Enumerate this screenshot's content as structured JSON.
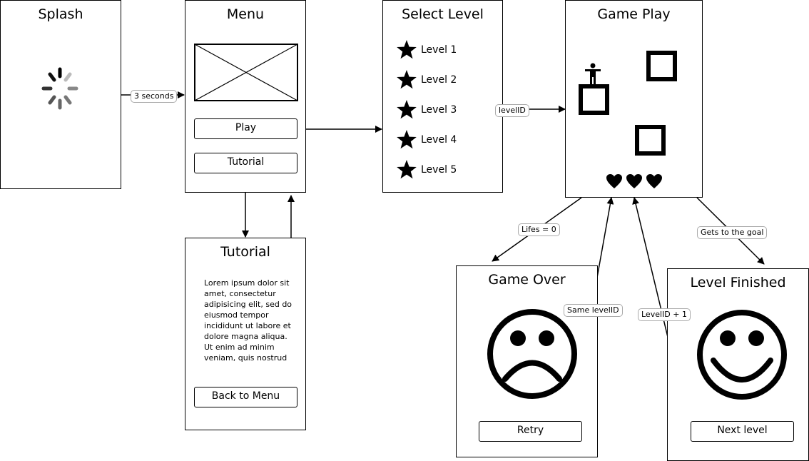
{
  "screens": {
    "splash": {
      "title": "Splash"
    },
    "menu": {
      "title": "Menu",
      "play_button": "Play",
      "tutorial_button": "Tutorial"
    },
    "select_level": {
      "title": "Select Level",
      "levels": [
        "Level 1",
        "Level 2",
        "Level 3",
        "Level 4",
        "Level 5"
      ]
    },
    "game_play": {
      "title": "Game Play",
      "lives": 3
    },
    "tutorial": {
      "title": "Tutorial",
      "body": "Lorem ipsum dolor sit amet, consectetur adipisicing elit, sed do eiusmod tempor incididunt ut labore et dolore magna aliqua. Ut enim ad minim veniam, quis nostrud",
      "back_button": "Back to Menu"
    },
    "game_over": {
      "title": "Game Over",
      "retry_button": "Retry"
    },
    "level_finished": {
      "title": "Level Finished",
      "next_button": "Next level"
    }
  },
  "edges": {
    "splash_to_menu": "3 seconds",
    "level_to_game": "levelID",
    "lifes_zero": "Lifes = 0",
    "goal": "Gets to the goal",
    "retry": "Same levelID",
    "next": "LevelID + 1"
  },
  "icons": {
    "spinner": "loading-spinner-icon",
    "image_placeholder": "image-placeholder-icon",
    "level_star": "star-icon",
    "player": "player-figure-icon",
    "block": "square-block-icon",
    "life": "heart-icon",
    "sad": "sad-face-icon",
    "happy": "happy-face-icon"
  }
}
